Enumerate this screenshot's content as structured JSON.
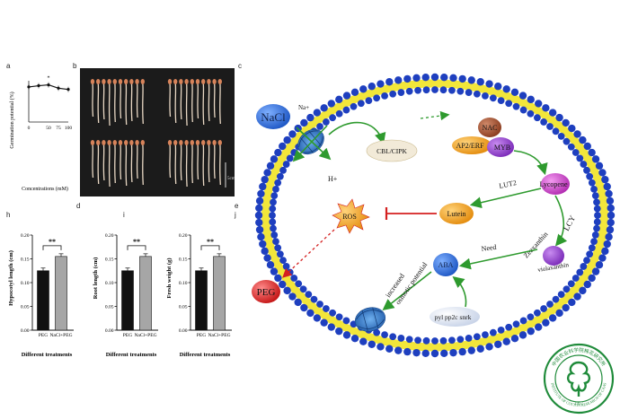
{
  "panels": {
    "a": "a",
    "b": "b",
    "c": "c",
    "d": "d",
    "e": "e",
    "h": "h",
    "i": "i",
    "j": "j"
  },
  "chart_data": [
    {
      "type": "line",
      "panel": "a",
      "x": [
        0,
        25,
        50,
        75,
        100
      ],
      "y": [
        85,
        88,
        90,
        82,
        79
      ],
      "annotation": "*",
      "xlabel": "Concentrations (mM)",
      "ylabel": "Germination potential (%)",
      "xticks": [
        "0",
        "50",
        "75",
        "100"
      ],
      "xlim": [
        0,
        100
      ],
      "ylim": [
        0,
        100
      ]
    },
    {
      "type": "bar",
      "panel": "h",
      "categories": [
        "PEG",
        "NaCl+PEG"
      ],
      "values": [
        0.125,
        0.155
      ],
      "colors": [
        "#111111",
        "#a6a6a6"
      ],
      "significance": "**",
      "ylabel": "Hypocotyl length (cm)",
      "xlabel": "Different treatments",
      "ylim": [
        0,
        0.2
      ],
      "yticks": [
        "0.00",
        "0.05",
        "0.10",
        "0.15",
        "0.20"
      ]
    },
    {
      "type": "bar",
      "panel": "i",
      "categories": [
        "PEG",
        "NaCl+PEG"
      ],
      "values": [
        0.125,
        0.155
      ],
      "colors": [
        "#111111",
        "#a6a6a6"
      ],
      "significance": "**",
      "ylabel": "Root length (cm)",
      "xlabel": "Different treatments",
      "ylim": [
        0,
        0.2
      ],
      "yticks": [
        "0.00",
        "0.05",
        "0.10",
        "0.15",
        "0.20"
      ]
    },
    {
      "type": "bar",
      "panel": "j",
      "categories": [
        "PEG",
        "NaCl+PEG"
      ],
      "values": [
        0.125,
        0.155
      ],
      "colors": [
        "#111111",
        "#a6a6a6"
      ],
      "significance": "**",
      "ylabel": "Fresh weight (g)",
      "xlabel": "Different treatments",
      "ylim": [
        0,
        0.2
      ],
      "yticks": [
        "0.00",
        "0.05",
        "0.10",
        "0.15",
        "0.20"
      ]
    }
  ],
  "photo": {
    "scale_label": "5cm"
  },
  "diagram": {
    "nacl": "NaCl",
    "na_ion": "Na+",
    "h_ion": "H+",
    "cbl": "CBL/CIPK",
    "nac": "NAC",
    "ap2": "AP2/ERF",
    "myb": "MYB",
    "lycopene": "Lycopene",
    "lut2": "LUT2",
    "lutein": "Lutein",
    "ros": "ROS",
    "peg": "PEG",
    "lcy": "LCY",
    "zeaxanthin": "Zeaxanthin",
    "violaxanthin": "violaxanthin",
    "need": "Need",
    "aba": "ABA",
    "increased": "increased",
    "osmotic": "osmotic potential",
    "receptors": "pyl pp2c snrk"
  },
  "logo": {
    "text_cn": "中国农业科学院棉花研究所",
    "text_en": "INSTITUTE OF COTTON RESEARCH OF CAAS",
    "year": "1957",
    "color": "#1f8b3a"
  },
  "colors": {
    "membrane_blue": "#1e3fbf",
    "membrane_yellow": "#f2e63a",
    "arrow_green": "#2e9a2e",
    "inhibit_red": "#d42020"
  }
}
